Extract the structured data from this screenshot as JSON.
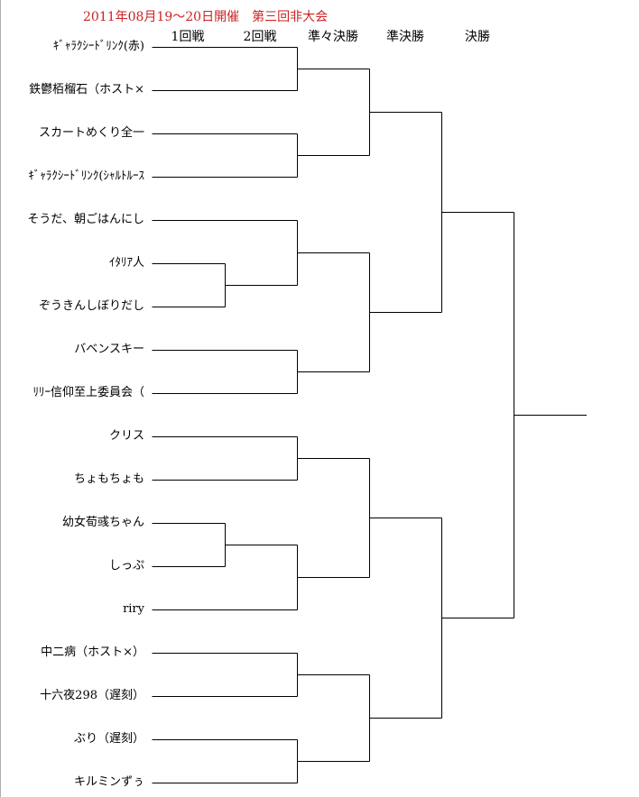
{
  "title": "2011年08月19〜20日開催　第三回非大会",
  "rounds": [
    "1回戦",
    "2回戦",
    "準々決勝",
    "準決勝",
    "決勝"
  ],
  "players": [
    "ｷﾞｬﾗｸｼｰﾄﾞﾘﾝｸ(赤)",
    "鉄鬱栢榴石（ホスト×",
    "スカートめくり全一",
    "ｷﾞｬﾗｸｼｰﾄﾞﾘﾝｸ(ｼｬﾙﾄﾙｰｽ",
    "そうだ、朝ごはんにし",
    "ｲﾀﾘｱ人",
    "ぞうきんしぼりだし",
    "バベンスキー",
    "ﾘﾘｰ信仰至上委員会（",
    "クリス",
    "ちょもちょも",
    "幼女荀彧ちゃん",
    "しっぷ",
    "riry",
    "中二病（ホスト×）",
    "十六夜298（遅刻）",
    "ぶり（遅刻）",
    "キルミンずぅ"
  ],
  "colors": {
    "title": "#cc2222",
    "lines": "#000000"
  }
}
